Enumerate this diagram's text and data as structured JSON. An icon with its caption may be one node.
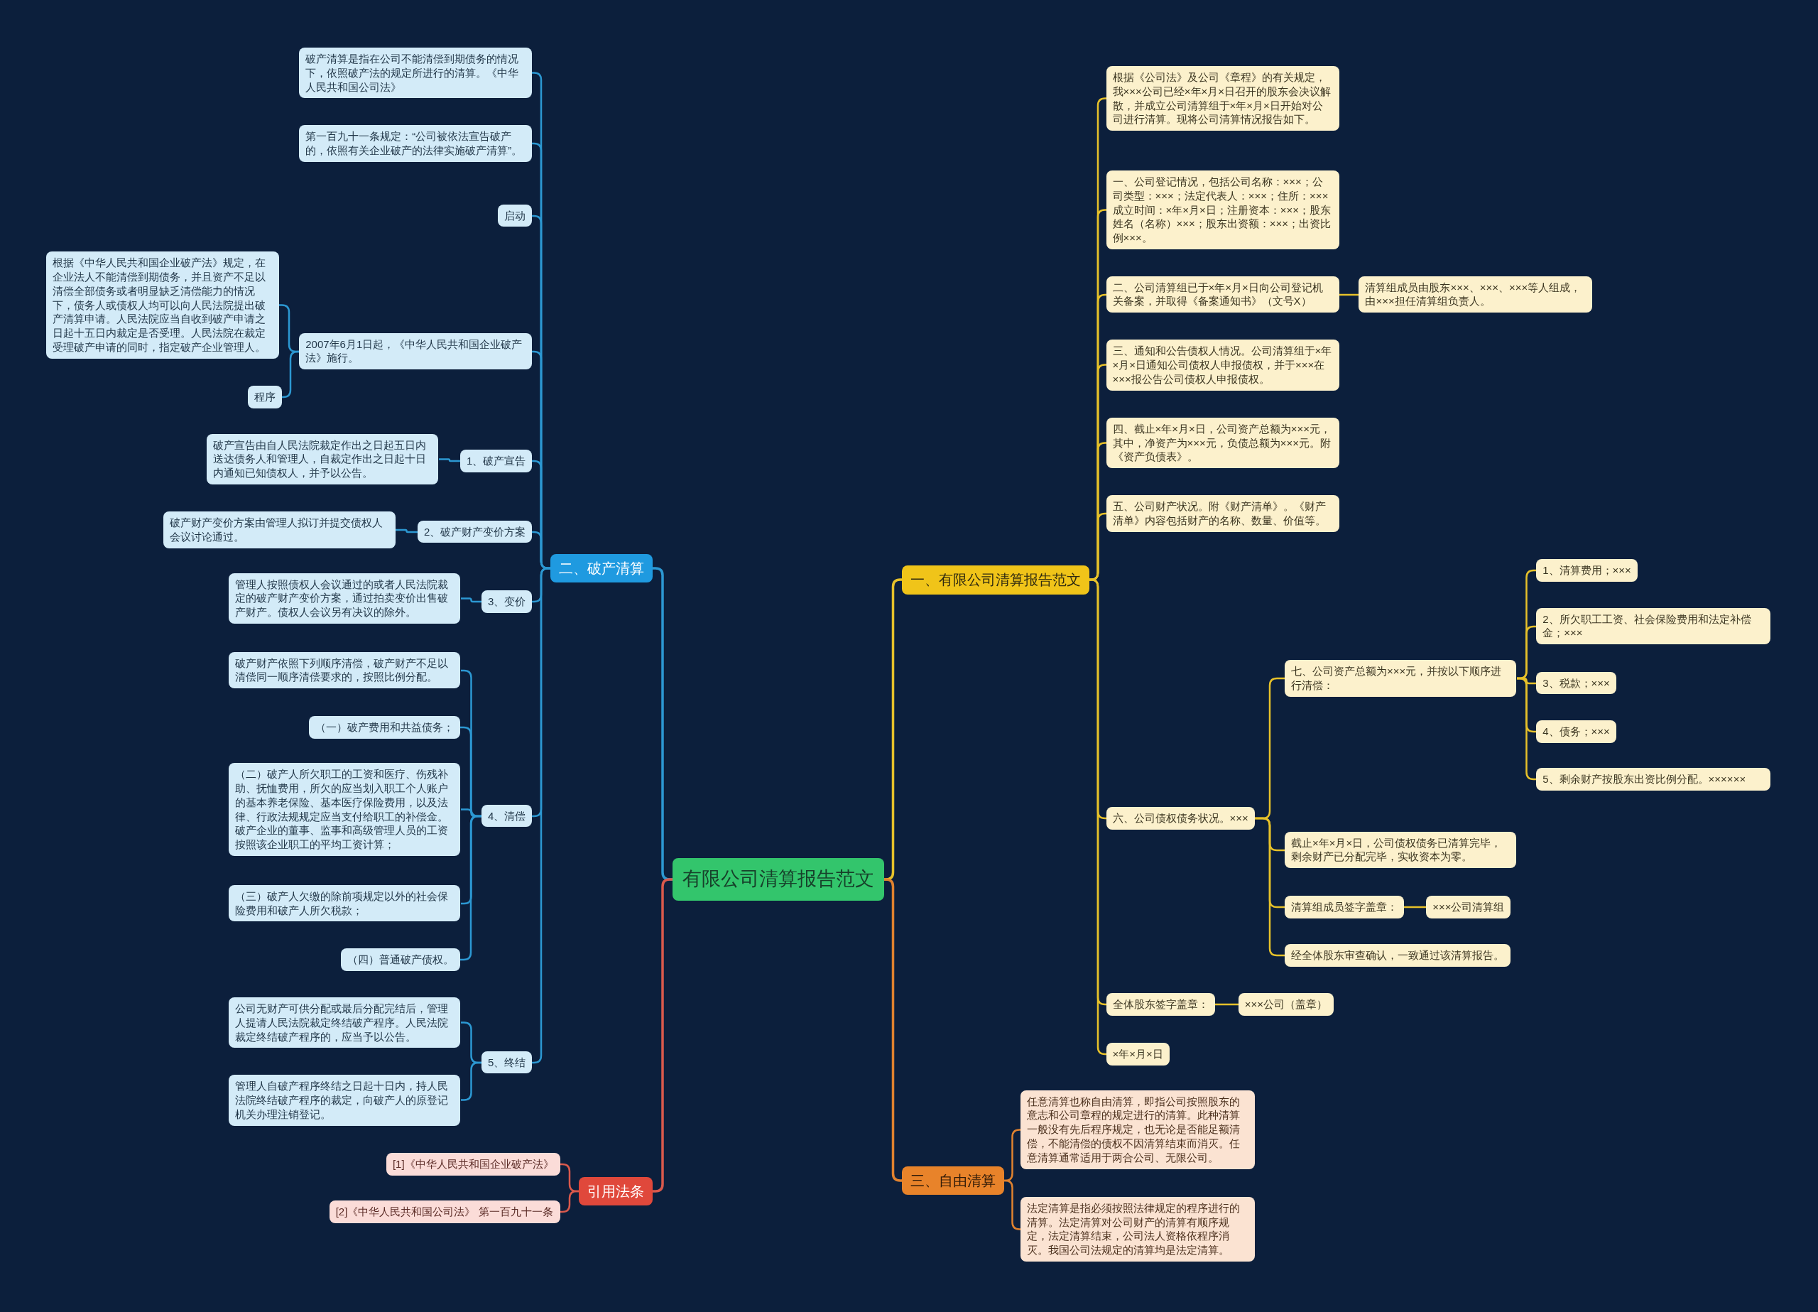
{
  "diagram": {
    "nodes": [
      {
        "text": [
          "有限公司清算报告范文"
        ]
      },
      {
        "text": [
          "一、有限公司清算报告范文"
        ]
      },
      {
        "text": [
          "根据《公司法》及公司《章程》的有关规定，我×××公司已经×年×月×日召开的股东会决议解散，并成立公司清算组于×年×月×日开始对公司进行清算。现将公司清算情况报告如下。"
        ]
      },
      {
        "text": [
          "一、公司登记情况，包括公司名称：×××；公司类型：×××；法定代表人：×××；住所：×××成立时间：×年×月×日；注册资本：×××；股东姓名（名称）×××；股东出资额：×××；出资比例×××。"
        ]
      },
      {
        "text": [
          "二、公司清算组已于×年×月×日向公司登记机关备案，并取得《备案通知书》（文号X）"
        ]
      },
      {
        "text": [
          "清算组成员由股东×××、×××、×××等人组成，由×××担任清算组负责人。"
        ]
      },
      {
        "text": [
          "三、通知和公告债权人情况。公司清算组于×年×月×日通知公司债权人申报债权，并于×××在×××报公告公司债权人申报债权。"
        ]
      },
      {
        "text": [
          "四、截止×年×月×日，公司资产总额为×××元，其中，净资产为×××元，负债总额为×××元。附《资产负债表》。"
        ]
      },
      {
        "text": [
          "五、公司财产状况。附《财产清单》。《财产清单》内容包括财产的名称、数量、价值等。"
        ]
      },
      {
        "text": [
          "六、公司债权债务状况。×××"
        ]
      },
      {
        "text": [
          "七、公司资产总额为×××元，并按以下顺序进行清偿："
        ]
      },
      {
        "text": [
          "1、清算费用；×××"
        ]
      },
      {
        "text": [
          "2、所欠职工工资、社会保险费用和法定补偿金；×××"
        ]
      },
      {
        "text": [
          "3、税款；×××"
        ]
      },
      {
        "text": [
          "4、债务；×××"
        ]
      },
      {
        "text": [
          "5、剩余财产按股东出资比例分配。××××××"
        ]
      },
      {
        "text": [
          "截止×年×月×日，公司债权债务已清算完毕，剩余财产已分配完毕，实收资本为零。"
        ]
      },
      {
        "text": [
          "清算组成员签字盖章："
        ]
      },
      {
        "text": [
          "×××公司清算组"
        ]
      },
      {
        "text": [
          "经全体股东审查确认，一致通过该清算报告。"
        ]
      },
      {
        "text": [
          "全体股东签字盖章："
        ]
      },
      {
        "text": [
          "×××公司（盖章）"
        ]
      },
      {
        "text": [
          "×年×月×日"
        ]
      },
      {
        "text": [
          "三、自由清算"
        ]
      },
      {
        "text": [
          "任意清算也称自由清算，即指公司按照股东的意志和公司章程的规定进行的清算。此种清算一般没有先后程序规定，也无论是否能足额清偿，不能清偿的债权不因清算结束而消灭。任意清算通常适用于两合公司、无限公司。"
        ]
      },
      {
        "text": [
          "法定清算是指必须按照法律规定的程序进行的清算。法定清算对公司财产的清算有顺序规定，法定清算结束，公司法人资格依程序消灭。我国公司法规定的清算均是法定清算。"
        ]
      },
      {
        "text": [
          "二、破产清算"
        ]
      },
      {
        "text": [
          "启动"
        ]
      },
      {
        "text": [
          "破产清算是指在公司不能清偿到期债务的情况下，依照破产法的规定所进行的清算。《中华人民共和国公司法》"
        ]
      },
      {
        "text": [
          "第一百九十一条规定：“公司被依法宣告破产的，依照有关企业破产的法律实施破产清算”。"
        ]
      },
      {
        "text": [
          "2007年6月1日起，《中华人民共和国企业破产法》施行。"
        ]
      },
      {
        "text": [
          "程序"
        ]
      },
      {
        "text": [
          "根据《中华人民共和国企业破产法》规定，在企业法人不能清偿到期债务，并且资产不足以清偿全部债务或者明显缺乏清偿能力的情况下，债务人或债权人均可以向人民法院提出破产清算申请。人民法院应当自收到破产申请之日起十五日内裁定是否受理。人民法院在裁定受理破产申请的同时，指定破产企业管理人。"
        ]
      },
      {
        "text": [
          "1、破产宣告"
        ]
      },
      {
        "text": [
          "破产宣告由自人民法院裁定作出之日起五日内送达债务人和管理人，自裁定作出之日起十日内通知已知债权人，并予以公告。"
        ]
      },
      {
        "text": [
          "2、破产财产变价方案"
        ]
      },
      {
        "text": [
          "破产财产变价方案由管理人拟订并提交债权人会议讨论通过。"
        ]
      },
      {
        "text": [
          "3、变价"
        ]
      },
      {
        "text": [
          "管理人按照债权人会议通过的或者人民法院裁定的破产财产变价方案，通过拍卖变价出售破产财产。债权人会议另有决议的除外。"
        ]
      },
      {
        "text": [
          "4、清偿"
        ]
      },
      {
        "text": [
          "破产财产依照下列顺序清偿，破产财产不足以清偿同一顺序清偿要求的，按照比例分配。"
        ]
      },
      {
        "text": [
          "（一）破产费用和共益债务；"
        ]
      },
      {
        "text": [
          "（二）破产人所欠职工的工资和医疗、伤残补助、抚恤费用，所欠的应当划入职工个人账户的基本养老保险、基本医疗保险费用，以及法律、行政法规规定应当支付给职工的补偿金。破产企业的董事、监事和高级管理人员的工资按照该企业职工的平均工资计算；"
        ]
      },
      {
        "text": [
          "（三）破产人欠缴的除前项规定以外的社会保险费用和破产人所欠税款；"
        ]
      },
      {
        "text": [
          "（四）普通破产债权。"
        ]
      },
      {
        "text": [
          "5、终结"
        ]
      },
      {
        "text": [
          "公司无财产可供分配或最后分配完结后，管理人提请人民法院裁定终结破产程序。人民法院裁定终结破产程序的，应当予以公告。"
        ]
      },
      {
        "text": [
          "管理人自破产程序终结之日起十日内，持人民法院终结破产程序的裁定，向破产人的原登记机关办理注销登记。"
        ]
      },
      {
        "text": [
          "引用法条"
        ]
      },
      {
        "text": [
          "[1]《中华人民共和国企业破产法》"
        ]
      },
      {
        "text": [
          "[2]《中华人民共和国公司法》 第一百九十一条"
        ]
      }
    ],
    "edges": [
      {
        "from": 0,
        "to": 1,
        "arrow": "none",
        "color": "#e6c12a"
      },
      {
        "from": 1,
        "to": 2,
        "arrow": "none",
        "color": "#e6c12a"
      },
      {
        "from": 1,
        "to": 3,
        "arrow": "none",
        "color": "#e6c12a"
      },
      {
        "from": 1,
        "to": 4,
        "arrow": "none",
        "color": "#e6c12a"
      },
      {
        "from": 4,
        "to": 5,
        "arrow": "none",
        "color": "#e6c12a"
      },
      {
        "from": 1,
        "to": 6,
        "arrow": "none",
        "color": "#e6c12a"
      },
      {
        "from": 1,
        "to": 7,
        "arrow": "none",
        "color": "#e6c12a"
      },
      {
        "from": 1,
        "to": 8,
        "arrow": "none",
        "color": "#e6c12a"
      },
      {
        "from": 1,
        "to": 9,
        "arrow": "none",
        "color": "#e6c12a"
      },
      {
        "from": 9,
        "to": 10,
        "arrow": "none",
        "color": "#e6c12a"
      },
      {
        "from": 10,
        "to": 11,
        "arrow": "none",
        "color": "#e6c12a"
      },
      {
        "from": 10,
        "to": 12,
        "arrow": "none",
        "color": "#e6c12a"
      },
      {
        "from": 10,
        "to": 13,
        "arrow": "none",
        "color": "#e6c12a"
      },
      {
        "from": 10,
        "to": 14,
        "arrow": "none",
        "color": "#e6c12a"
      },
      {
        "from": 10,
        "to": 15,
        "arrow": "none",
        "color": "#e6c12a"
      },
      {
        "from": 9,
        "to": 16,
        "arrow": "none",
        "color": "#e6c12a"
      },
      {
        "from": 9,
        "to": 17,
        "arrow": "none",
        "color": "#e6c12a"
      },
      {
        "from": 17,
        "to": 18,
        "arrow": "none",
        "color": "#e6c12a"
      },
      {
        "from": 9,
        "to": 19,
        "arrow": "none",
        "color": "#e6c12a"
      },
      {
        "from": 1,
        "to": 20,
        "arrow": "none",
        "color": "#e6c12a"
      },
      {
        "from": 20,
        "to": 21,
        "arrow": "none",
        "color": "#e6c12a"
      },
      {
        "from": 1,
        "to": 22,
        "arrow": "none",
        "color": "#e6c12a"
      },
      {
        "from": 0,
        "to": 23,
        "arrow": "none",
        "color": "#e0822f"
      },
      {
        "from": 23,
        "to": 24,
        "arrow": "none",
        "color": "#e0822f"
      },
      {
        "from": 23,
        "to": 25,
        "arrow": "none",
        "color": "#e0822f"
      },
      {
        "from": 0,
        "to": 26,
        "arrow": "none",
        "color": "#2c98d2"
      },
      {
        "from": 26,
        "to": 28,
        "arrow": "none",
        "color": "#2c98d2"
      },
      {
        "from": 26,
        "to": 29,
        "arrow": "none",
        "color": "#2c98d2"
      },
      {
        "from": 26,
        "to": 27,
        "arrow": "none",
        "color": "#2c98d2"
      },
      {
        "from": 26,
        "to": 30,
        "arrow": "none",
        "color": "#2c98d2"
      },
      {
        "from": 30,
        "to": 32,
        "arrow": "none",
        "color": "#2c98d2"
      },
      {
        "from": 30,
        "to": 31,
        "arrow": "none",
        "color": "#2c98d2"
      },
      {
        "from": 26,
        "to": 33,
        "arrow": "none",
        "color": "#2c98d2"
      },
      {
        "from": 33,
        "to": 34,
        "arrow": "none",
        "color": "#2c98d2"
      },
      {
        "from": 26,
        "to": 35,
        "arrow": "none",
        "color": "#2c98d2"
      },
      {
        "from": 35,
        "to": 36,
        "arrow": "none",
        "color": "#2c98d2"
      },
      {
        "from": 26,
        "to": 37,
        "arrow": "none",
        "color": "#2c98d2"
      },
      {
        "from": 37,
        "to": 38,
        "arrow": "none",
        "color": "#2c98d2"
      },
      {
        "from": 26,
        "to": 39,
        "arrow": "none",
        "color": "#2c98d2"
      },
      {
        "from": 39,
        "to": 40,
        "arrow": "none",
        "color": "#2c98d2"
      },
      {
        "from": 39,
        "to": 41,
        "arrow": "none",
        "color": "#2c98d2"
      },
      {
        "from": 39,
        "to": 42,
        "arrow": "none",
        "color": "#2c98d2"
      },
      {
        "from": 39,
        "to": 43,
        "arrow": "none",
        "color": "#2c98d2"
      },
      {
        "from": 39,
        "to": 44,
        "arrow": "none",
        "color": "#2c98d2"
      },
      {
        "from": 26,
        "to": 45,
        "arrow": "none",
        "color": "#2c98d2"
      },
      {
        "from": 45,
        "to": 46,
        "arrow": "none",
        "color": "#2c98d2"
      },
      {
        "from": 45,
        "to": 47,
        "arrow": "none",
        "color": "#2c98d2"
      },
      {
        "from": 0,
        "to": 48,
        "arrow": "none",
        "color": "#d9594c"
      },
      {
        "from": 48,
        "to": 49,
        "arrow": "none",
        "color": "#d9594c"
      },
      {
        "from": 48,
        "to": 50,
        "arrow": "none",
        "color": "#d9594c"
      }
    ]
  }
}
